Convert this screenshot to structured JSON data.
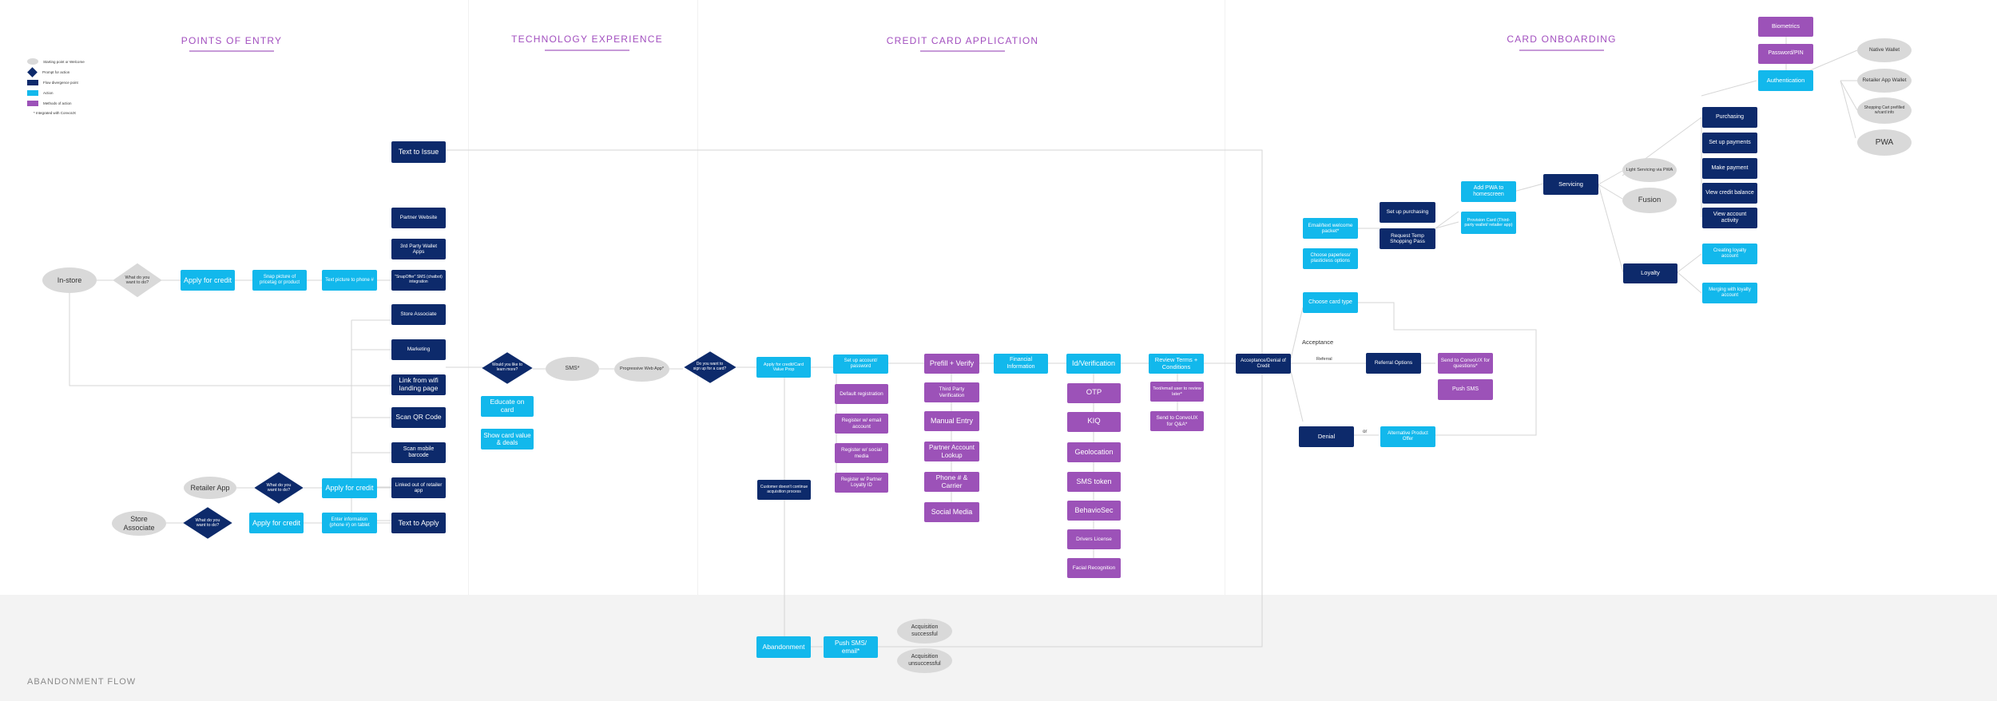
{
  "sections": {
    "points_of_entry": "POINTS OF ENTRY",
    "technology_experience": "TECHNOLOGY EXPERIENCE",
    "credit_card_application": "CREDIT CARD APPLICATION",
    "card_onboarding": "CARD ONBOARDING"
  },
  "legend": [
    {
      "text": "Starting point or Welcome",
      "shape": "ellipse",
      "color": "#d9d9d9"
    },
    {
      "text": "Prompt for action",
      "shape": "diamond",
      "color": "#0d2a6b"
    },
    {
      "text": "Flow divergence point",
      "shape": "rect",
      "color": "#0d2a6b"
    },
    {
      "text": "Action",
      "shape": "rect",
      "color": "#12b8ec"
    },
    {
      "text": "Methods of action",
      "shape": "rect",
      "color": "#9c52b8"
    },
    {
      "text": "* Integrated with ConvoUX",
      "shape": "none",
      "color": ""
    }
  ],
  "colors": {
    "dark": "#0d2a6b",
    "cyan": "#12b8ec",
    "purple": "#9c52b8",
    "grey": "#d9d9d9",
    "section_title": "#a24fbf",
    "abandon_bg": "#f3f3f3"
  },
  "entry": {
    "in_store": "In-store",
    "what_do_you_want": "What do you want to do?",
    "apply_for_credit": "Apply for credit",
    "snap_picture": "Snap picture of pricetag or product",
    "text_picture": "Text picture to phone #",
    "retailer_app": "Retailer App",
    "store_associate": "Store Associate",
    "enter_information": "Enter information (phone #) on tablet"
  },
  "channels": {
    "text_to_issue": "Text to Issue",
    "partner_website": "Partner Website",
    "third_party_wallet": "3rd Party Wallet Apps",
    "snapshot": "\"SnapOffer\" SMS (chatbot) integration",
    "store_associate": "Store Associate",
    "marketing": "Marketing",
    "link_from_wifi": "Link from wifi landing page",
    "scan_qr": "Scan QR Code",
    "scan_barcode": "Scan mobile barcode",
    "linked_out": "Linked out of retailer app",
    "text_to_apply": "Text to Apply"
  },
  "tech": {
    "would_you_like": "Would you like to learn more?",
    "sms": "SMS*",
    "pwa": "Progressive Web App*",
    "educate": "Educate on card",
    "show_value": "Show card value & deals",
    "sign_up": "Do you want to sign up for a card?"
  },
  "application": {
    "apply_value_prop": "Apply for credit/Card Value Prop",
    "customer_doesnt": "Customer doesn't continue acquisition process",
    "set_up_account": "Set up account/ password",
    "default_registration": "Default registration",
    "register_email": "Register w/ email account",
    "register_social": "Register w/ social media",
    "register_partner": "Register w/ Partner Loyalty ID",
    "prefill": "Prefill + Verify",
    "third_party_verification": "Third Party Verification",
    "manual_entry": "Manual Entry",
    "partner_lookup": "Partner Account Lookup",
    "phone_carrier": "Phone # & Carrier",
    "social_media": "Social Media",
    "financial_information": "Financial Information",
    "id_verification": "Id/Verification",
    "otp": "OTP",
    "kiq": "KIQ",
    "geolocation": "Geolocation",
    "sms_token": "SMS token",
    "behaviosec": "BehavioSec",
    "drivers_license": "Drivers License",
    "facial_recognition": "Facial Recognition",
    "review_terms": "Review Terms + Conditions",
    "text_email_review": "Text/email user to review later*",
    "send_convoux_qa": "Send to ConvoUX for Q&A*",
    "acceptance_denial": "Acceptance/Denial of Credit"
  },
  "onboarding": {
    "email_welcome": "Email/text welcome packet*",
    "choose_paperless": "Choose paperless/ plasticless options",
    "choose_card_type": "Choose card type",
    "acceptance": "Acceptance",
    "referral": "Referral",
    "referral_options": "Referral Options",
    "send_convoux_questions": "Send to ConvoUX for questions*",
    "push_sms": "Push SMS",
    "denial": "Denial",
    "or": "or",
    "alternative_product": "Alternative Product Offer",
    "set_up_purchasing": "Set up purchasing",
    "request_temp_pass": "Request Temp Shopping Pass",
    "add_pwa": "Add PWA to homescreen",
    "provision_card": "Provision Card (Third-party wallet/ retailer app)",
    "servicing": "Servicing",
    "light_servicing": "Light Servicing via PWA",
    "fusion": "Fusion",
    "purchasing": "Purchasing",
    "set_up_payments": "Set up payments",
    "make_payment": "Make payment",
    "view_credit_balance": "View credit balance",
    "view_account_activity": "View account activity",
    "loyalty": "Loyalty",
    "creating_loyalty": "Creating loyalty account",
    "merging_loyalty": "Merging with loyalty account",
    "biometrics": "Biometrics",
    "password_pin": "Password/PIN",
    "authentication": "Authentication",
    "native_wallet": "Native Wallet",
    "retailer_app_wallet": "Retailer App Wallet",
    "shopping_cart_prefilled": "Shopping Cart prefilled w/card info",
    "pwa": "PWA"
  },
  "abandonment": {
    "title": "ABANDONMENT FLOW",
    "abandonment": "Abandonment",
    "push_sms_email": "Push SMS/ email*",
    "acquisition_successful": "Acquisition successful",
    "acquisition_unsuccessful": "Acquisition unsuccessful"
  }
}
